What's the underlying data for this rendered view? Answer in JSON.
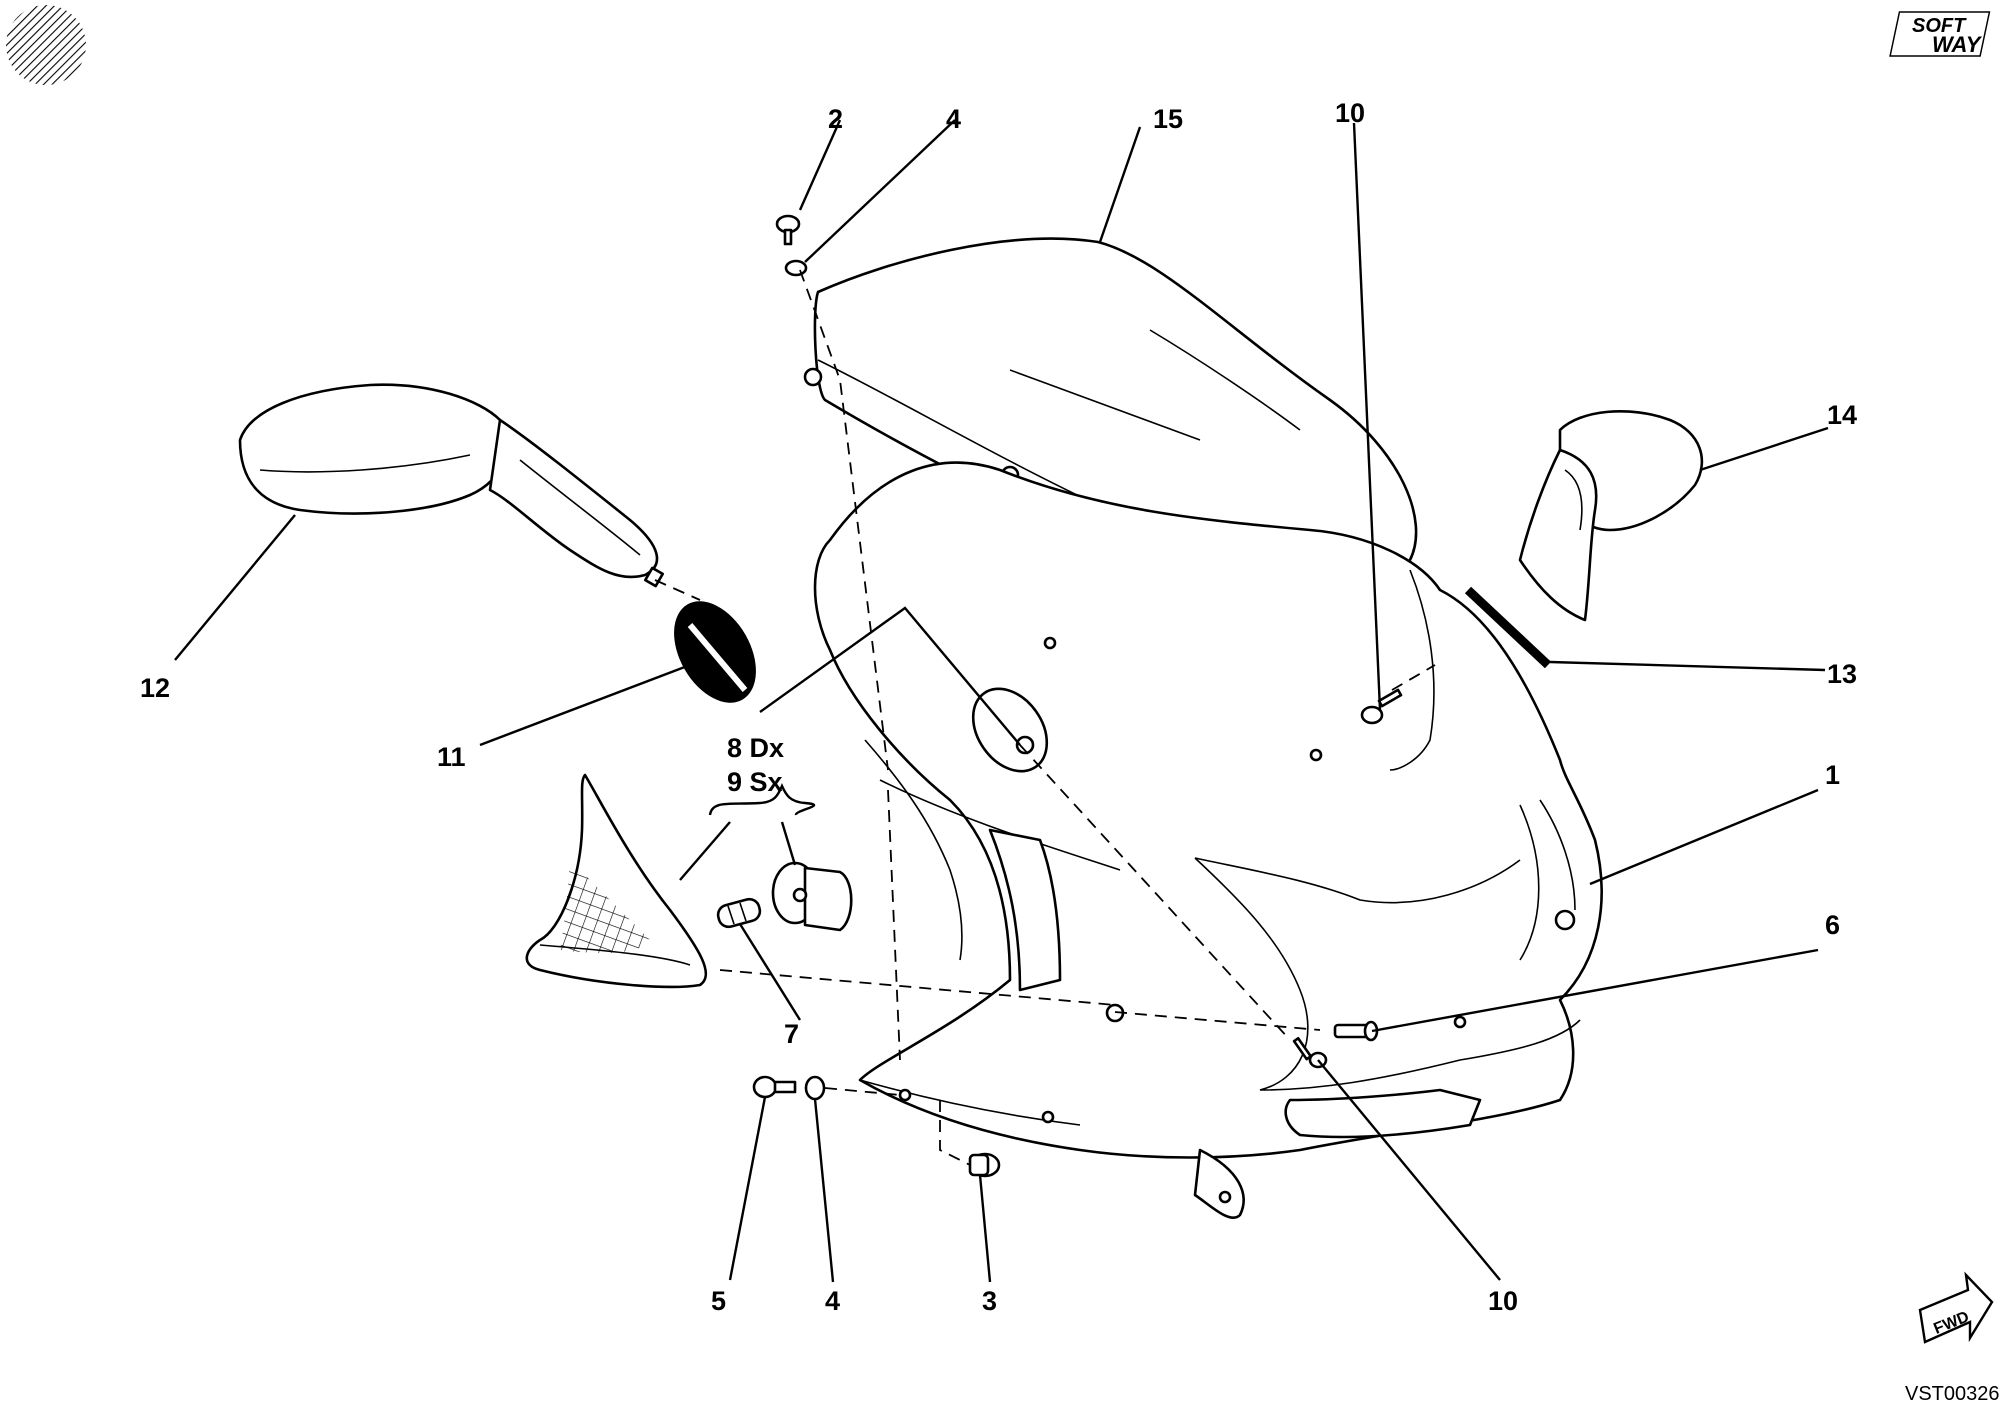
{
  "diagram": {
    "callouts": [
      {
        "id": "lbl-1",
        "text": "1"
      },
      {
        "id": "lbl-2",
        "text": "2"
      },
      {
        "id": "lbl-3",
        "text": "3"
      },
      {
        "id": "lbl-4-top",
        "text": "4"
      },
      {
        "id": "lbl-4-bottom",
        "text": "4"
      },
      {
        "id": "lbl-5",
        "text": "5"
      },
      {
        "id": "lbl-6",
        "text": "6"
      },
      {
        "id": "lbl-7",
        "text": "7"
      },
      {
        "id": "lbl-8",
        "text": "8 Dx"
      },
      {
        "id": "lbl-9",
        "text": "9 Sx"
      },
      {
        "id": "lbl-10-top",
        "text": "10"
      },
      {
        "id": "lbl-10-bottom",
        "text": "10"
      },
      {
        "id": "lbl-11",
        "text": "11"
      },
      {
        "id": "lbl-12",
        "text": "12"
      },
      {
        "id": "lbl-13",
        "text": "13"
      },
      {
        "id": "lbl-14",
        "text": "14"
      },
      {
        "id": "lbl-15",
        "text": "15"
      }
    ],
    "drawing_code": "VST00326",
    "brand_logo": {
      "line1": "SOFT",
      "line2": "WAY"
    },
    "forward_arrow": "FWD",
    "corner_icon": "hatched-circle-icon",
    "colors": {
      "ink": "#000000",
      "paper": "#ffffff"
    }
  }
}
